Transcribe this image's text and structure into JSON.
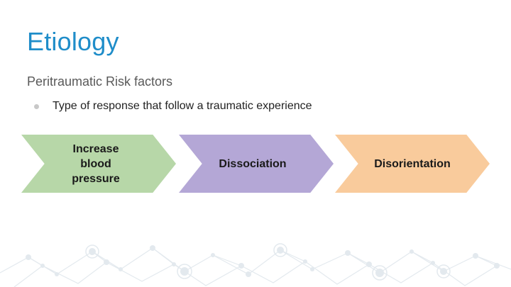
{
  "slide": {
    "title": "Etiology",
    "subtitle": "Peritraumatic Risk factors",
    "bullets": [
      "Type of response that follow a traumatic experience"
    ],
    "process": [
      {
        "label": "Increase\nblood\npressure",
        "color": "#b7d7a8"
      },
      {
        "label": "Dissociation",
        "color": "#b4a7d6"
      },
      {
        "label": "Disorientation",
        "color": "#f9cb9c"
      }
    ],
    "colors": {
      "title": "#1f8dc9",
      "decor": "#e3e9ee"
    }
  }
}
